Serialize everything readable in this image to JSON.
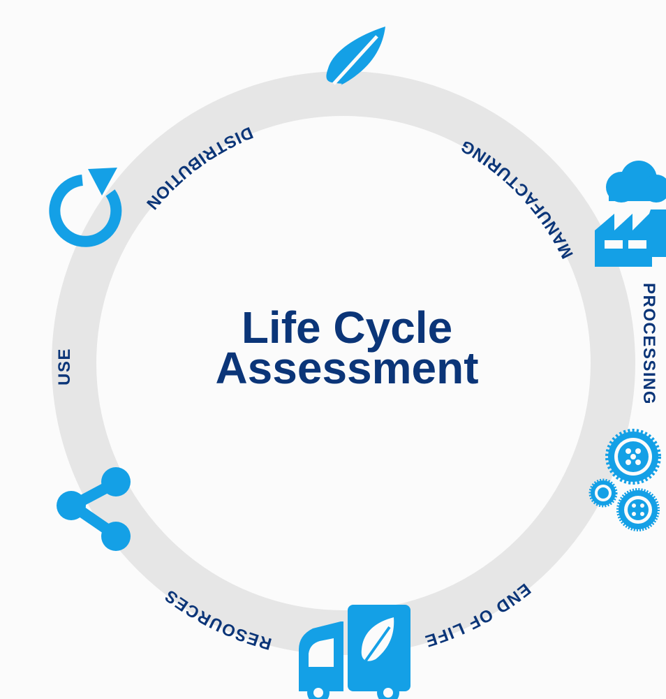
{
  "colors": {
    "background": "#fbfbfb",
    "ring": "#e6e6e6",
    "icon": "#14a0e6",
    "label": "#0b3578",
    "title": "#0b3578"
  },
  "title": {
    "line1": "Life Cycle",
    "line2": "Assessment"
  },
  "stages": [
    {
      "key": "resources",
      "label": "RESOURCES",
      "icon": "leaf-icon"
    },
    {
      "key": "processing",
      "label": "PROCESSING",
      "icon": "factory-icon"
    },
    {
      "key": "manufacturing",
      "label": "MANUFACTURING",
      "icon": "gears-icon"
    },
    {
      "key": "distribution",
      "label": "DISTRIBUTION",
      "icon": "truck-icon"
    },
    {
      "key": "use",
      "label": "USE",
      "icon": "share-icon"
    },
    {
      "key": "end_of_life",
      "label": "END OF LIFE",
      "icon": "recycle-arrow-icon"
    }
  ]
}
